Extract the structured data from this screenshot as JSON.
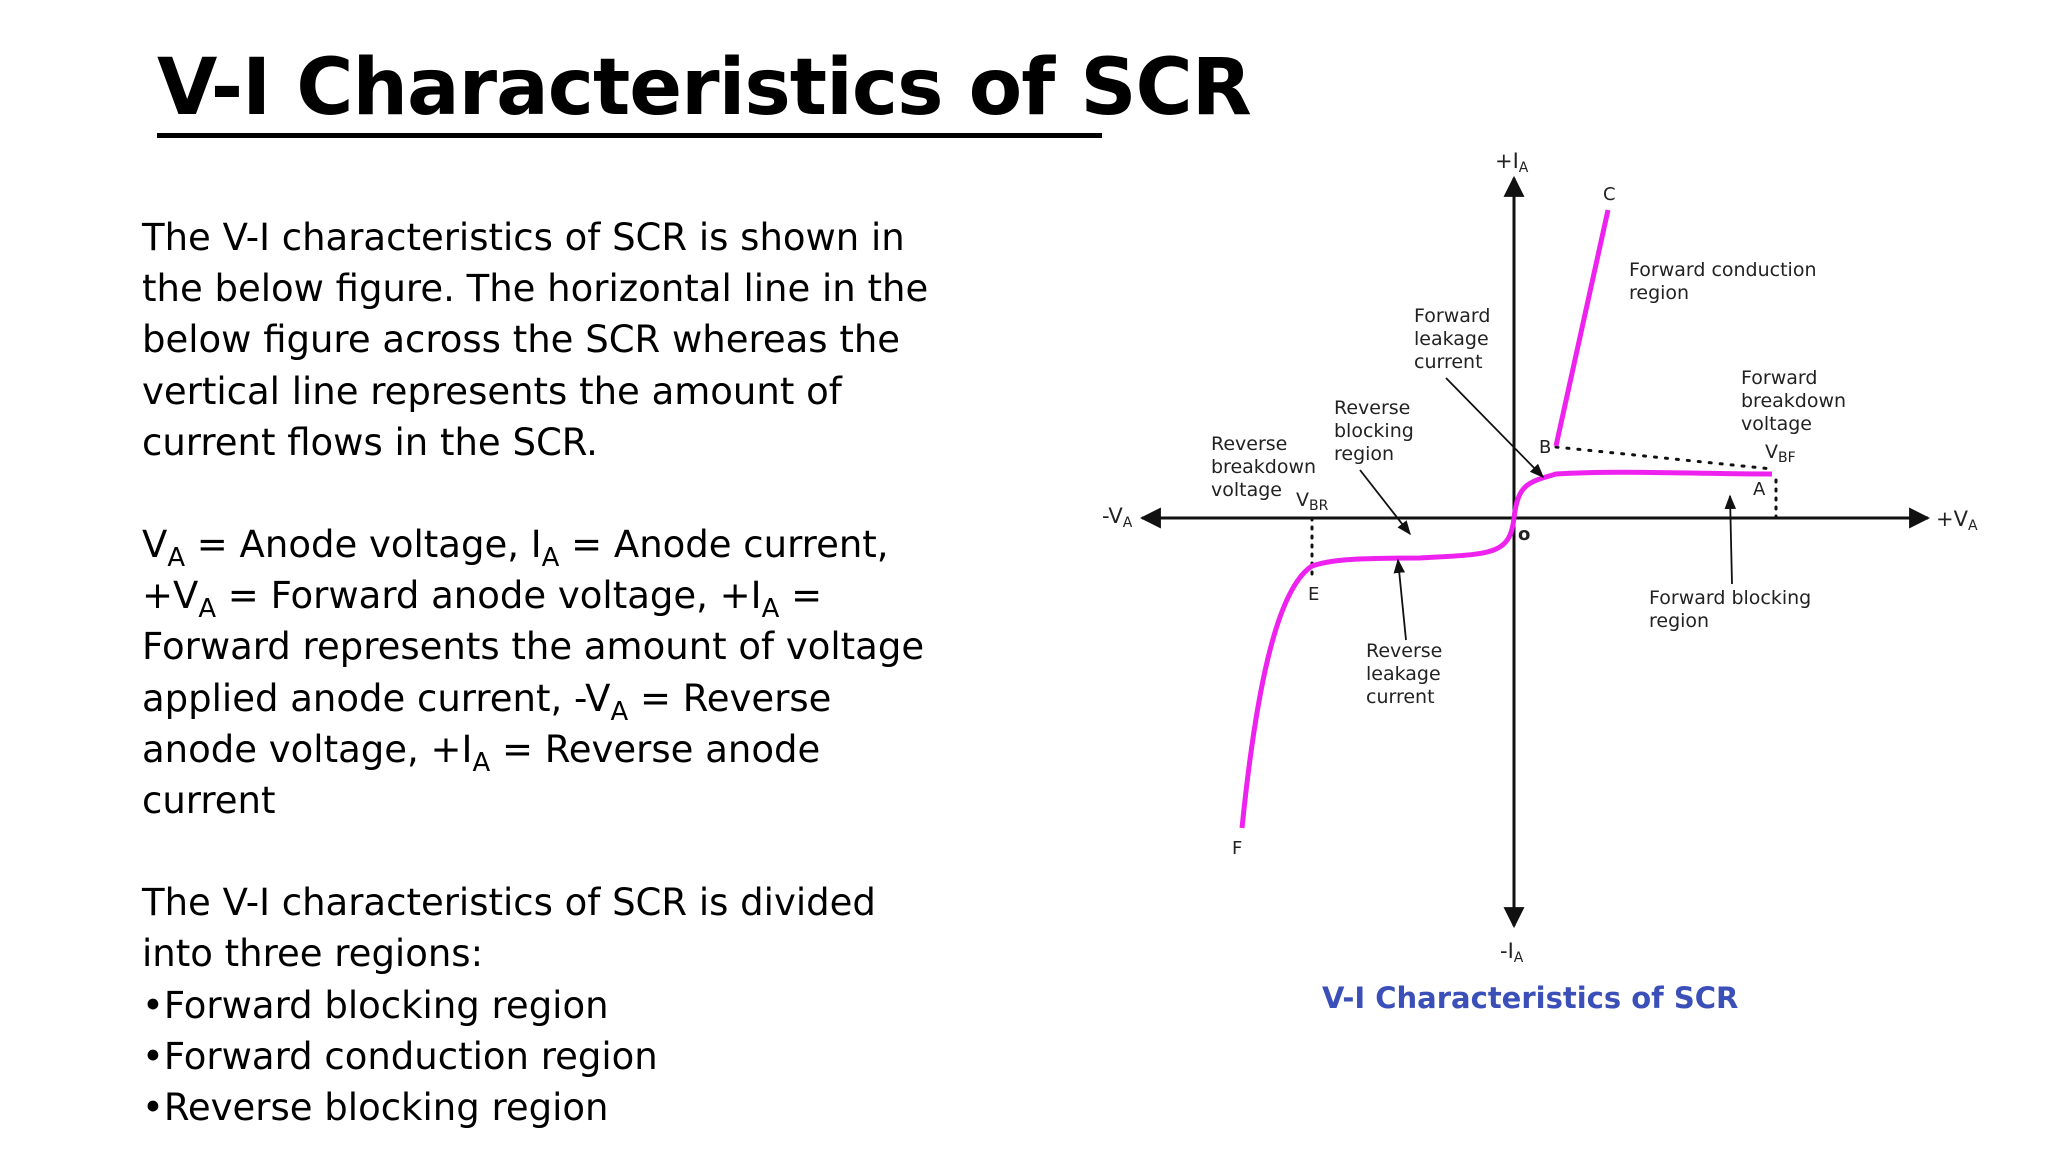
{
  "title": "V-I Characteristics of SCR",
  "body": {
    "intro": "The V-I characteristics of SCR is shown in the below figure. The horizontal line in the below figure across the SCR whereas the vertical line represents the amount of current flows in the SCR.",
    "defs": {
      "va_letter": "V",
      "va_sub": "A",
      "va_text": " = Anode voltage, ",
      "ia_letter": "I",
      "ia_sub": "A",
      "ia_text": " = Anode current, +",
      "pva_letter": "V",
      "pva_sub": "A",
      "pva_text": " = Forward anode voltage, +",
      "pia_letter": "I",
      "pia_sub": "A",
      "pia_text": " = Forward represents the amount of voltage applied anode current, -",
      "nva_letter": "V",
      "nva_sub": "A",
      "nva_text": " = Reverse anode voltage, +",
      "nia_letter": "I",
      "nia_sub": "A",
      "nia_text": " = Reverse anode current"
    },
    "regions_intro": "The V-I characteristics of SCR is divided into three regions:",
    "regions": [
      "•Forward blocking region",
      "•Forward conduction region",
      "•Reverse blocking region"
    ]
  },
  "diagram": {
    "curve_color": "#ee22ee",
    "axis_color": "#111111",
    "caption_color": "#3a4fb8",
    "axes": {
      "plus_ia": "+I",
      "plus_ia_sub": "A",
      "minus_ia": "-I",
      "minus_ia_sub": "A",
      "plus_va": "+V",
      "plus_va_sub": "A",
      "minus_va": "-V",
      "minus_va_sub": "A",
      "origin": "o"
    },
    "points": {
      "a": "A",
      "b": "B",
      "c": "C",
      "e": "E",
      "f": "F"
    },
    "vbf": "V",
    "vbf_sub": "BF",
    "vbr": "V",
    "vbr_sub": "BR",
    "labels": {
      "forward_conduction": [
        "Forward conduction",
        "region"
      ],
      "forward_leakage": [
        "Forward",
        "leakage",
        "current"
      ],
      "forward_breakdown": [
        "Forward",
        "breakdown",
        "voltage"
      ],
      "reverse_blocking": [
        "Reverse",
        "blocking",
        "region"
      ],
      "reverse_breakdown": [
        "Reverse",
        "breakdown",
        "voltage"
      ],
      "forward_blocking": [
        "Forward blocking",
        "region"
      ],
      "reverse_leakage": [
        "Reverse",
        "leakage",
        "current"
      ]
    },
    "caption": "V-I Characteristics of SCR"
  }
}
